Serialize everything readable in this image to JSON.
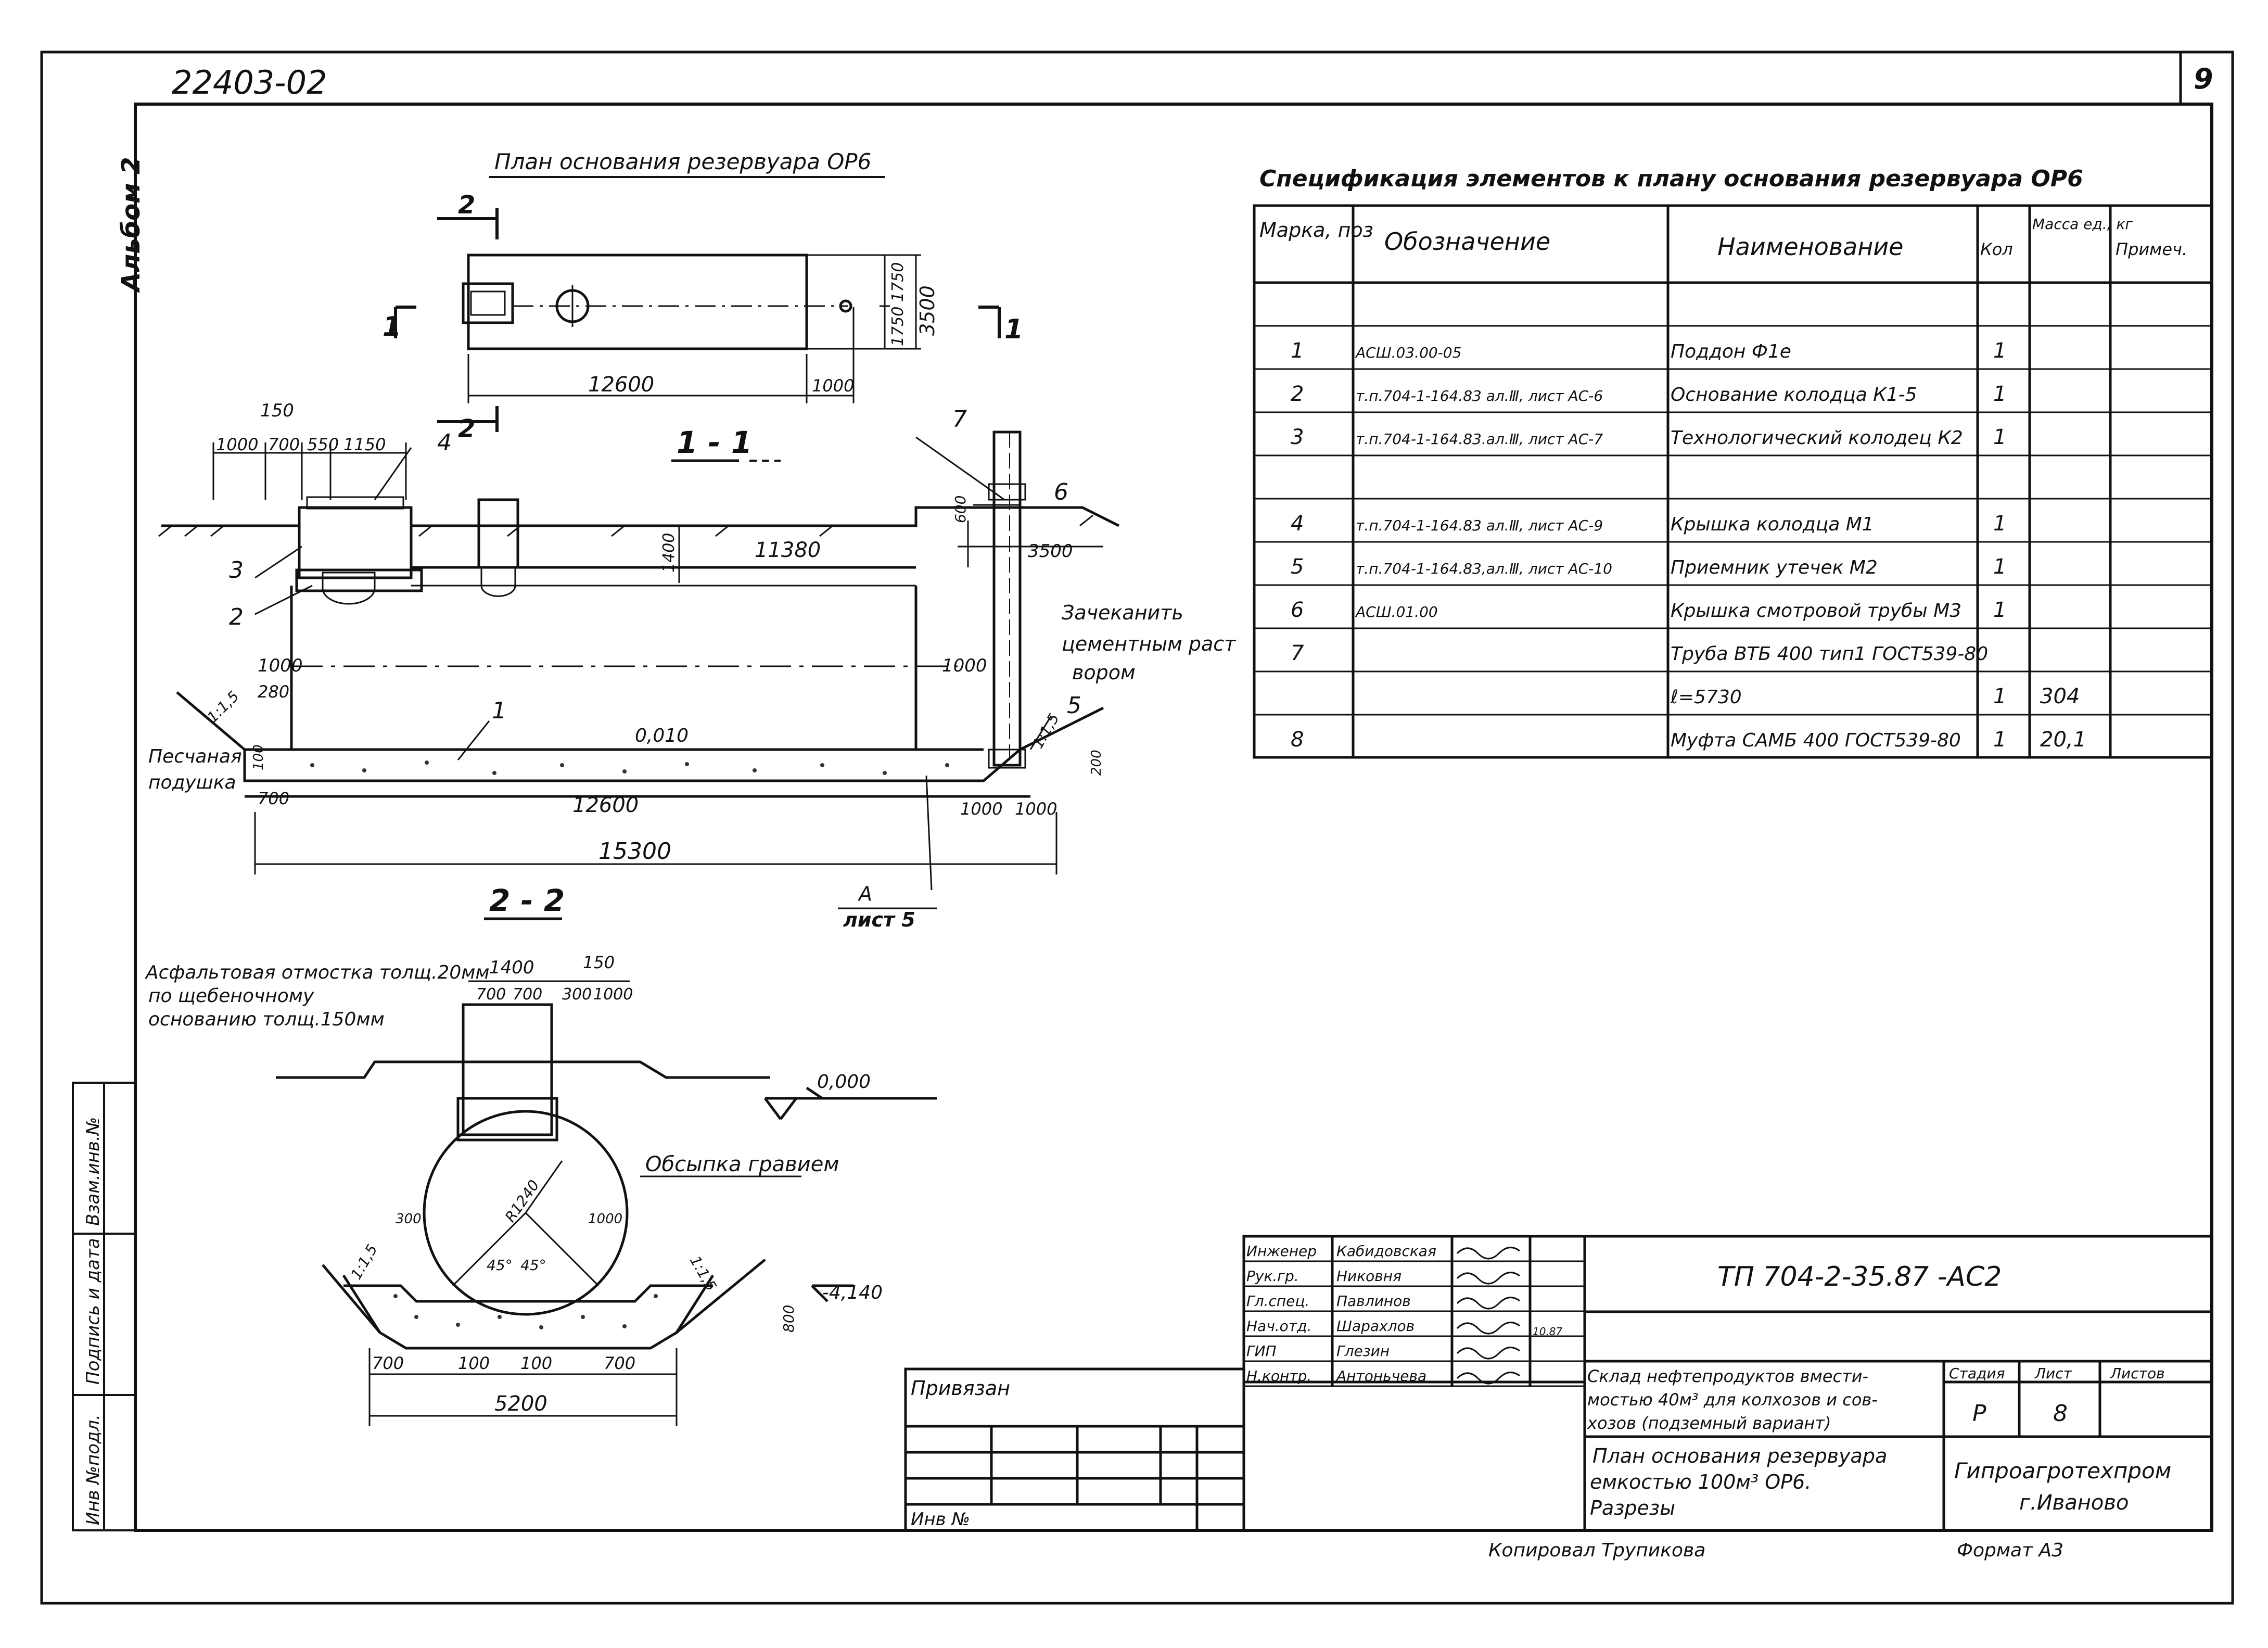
{
  "header": {
    "doc_number": "22403-02",
    "sheet_number": "9",
    "album": "Альбом 2"
  },
  "plan": {
    "title": "План основания резервуара ОР6",
    "dims": [
      "12600",
      "1000",
      "3500",
      "1750",
      "1750"
    ],
    "section_marks": [
      "1",
      "1",
      "2",
      "2"
    ]
  },
  "section11": {
    "title": "1 - 1",
    "top_dims": [
      "150",
      "1000",
      "700",
      "550",
      "1150"
    ],
    "callouts": [
      "1",
      "2",
      "3",
      "4",
      "5",
      "6",
      "7"
    ],
    "labels": {
      "seal": [
        "Зачеканить",
        "цементным раст",
        "вором"
      ],
      "sand": [
        "Песчаная",
        "подушка"
      ],
      "slope_left": "1:1,5",
      "slope_right": "1:1,5",
      "grade": "0,010",
      "ref": [
        "А",
        "лист 5"
      ]
    },
    "dims": [
      "11380",
      "3500",
      "600",
      "1400",
      "1000",
      "280",
      "1000",
      "100",
      "700",
      "12600",
      "1000",
      "1000",
      "15300",
      "200"
    ]
  },
  "section22": {
    "title": "2 - 2",
    "note": [
      "Асфальтовая отмостка толщ.20мм",
      "по щебеночному",
      "основанию толщ.150мм"
    ],
    "gravel": "Обсыпка гравием",
    "level_top": "0,000",
    "level_bottom": "-4,140",
    "dims": [
      "1400",
      "150",
      "700",
      "700",
      "300",
      "1000",
      "R1240",
      "1000",
      "300",
      "800",
      "700",
      "100",
      "100",
      "700",
      "5200"
    ],
    "angles": [
      "45°",
      "45°"
    ],
    "slopes": [
      "1:1,5",
      "1:1,5"
    ]
  },
  "spec": {
    "title": "Спецификация элементов к плану основания резервуара ОР6",
    "columns": [
      "Марка, поз",
      "Обозначение",
      "Наименование",
      "Кол",
      "Масса ед., кг",
      "Примеч."
    ],
    "rows": [
      {
        "pos": "",
        "des": "",
        "name": "",
        "qty": "",
        "mass": "",
        "note": ""
      },
      {
        "pos": "1",
        "des": "АСШ.03.00-05",
        "name": "Поддон           Ф1е",
        "qty": "1",
        "mass": "",
        "note": ""
      },
      {
        "pos": "2",
        "des": "т.п.704-1-164.83 ал.Ⅲ, лист АС-6",
        "name": "Основание колодца К1-5",
        "qty": "1",
        "mass": "",
        "note": ""
      },
      {
        "pos": "3",
        "des": "т.п.704-1-164.83.ал.Ⅲ, лист АС-7",
        "name": "Технологический колодец К2",
        "qty": "1",
        "mass": "",
        "note": ""
      },
      {
        "pos": "",
        "des": "",
        "name": "",
        "qty": "",
        "mass": "",
        "note": ""
      },
      {
        "pos": "4",
        "des": "т.п.704-1-164.83 ал.Ⅲ, лист АС-9",
        "name": "Крышка колодца      М1",
        "qty": "1",
        "mass": "",
        "note": ""
      },
      {
        "pos": "5",
        "des": "т.п.704-1-164.83,ал.Ⅲ, лист АС-10",
        "name": "Приемник утечек     М2",
        "qty": "1",
        "mass": "",
        "note": ""
      },
      {
        "pos": "6",
        "des": "АСШ.01.00",
        "name": "Крышка смотровой трубы М3",
        "qty": "1",
        "mass": "",
        "note": ""
      },
      {
        "pos": "7",
        "des": "",
        "name": "Труба ВТБ 400 тип1 ГОСТ539-80",
        "qty": "",
        "mass": "",
        "note": ""
      },
      {
        "pos": "",
        "des": "",
        "name": "ℓ=5730",
        "qty": "1",
        "mass": "304",
        "note": ""
      },
      {
        "pos": "8",
        "des": "",
        "name": "Муфта САМБ 400 ГОСТ539-80",
        "qty": "1",
        "mass": "20,1",
        "note": ""
      }
    ]
  },
  "title_block": {
    "code": "ТП 704-2-35.87 -АС2",
    "signers": [
      {
        "role": "Инженер",
        "name": "Кабидовская"
      },
      {
        "role": "Рук.гр.",
        "name": "Никовня"
      },
      {
        "role": "Гл.спец.",
        "name": "Павлинов"
      },
      {
        "role": "Нач.отд.",
        "name": "Шарахлов"
      },
      {
        "role": "ГИП",
        "name": "Глезин"
      },
      {
        "role": "Н.контр.",
        "name": "Антоньчева"
      }
    ],
    "date": "10.87",
    "project": [
      "Склад нефтепродуктов вмести-",
      "мостью 40м³ для колхозов и сов-",
      "хозов (подземный вариант)"
    ],
    "sheet_title": [
      "План основания резервуара",
      "емкостью 100м³ ОР6.",
      "Разрезы"
    ],
    "stage_head": "Стадия",
    "sheet_head": "Лист",
    "sheets_head": "Листов",
    "stage": "Р",
    "sheet": "8",
    "org": [
      "Гипроагротехпром",
      "г.Иваново"
    ],
    "privyazan": "Привязан",
    "inv": "Инв №",
    "copied": "Копировал  Трупикова",
    "format": "Формат А3"
  },
  "side_stamp": [
    "Инв №подл.",
    "Подпись и дата",
    "Взам.инв.№"
  ]
}
